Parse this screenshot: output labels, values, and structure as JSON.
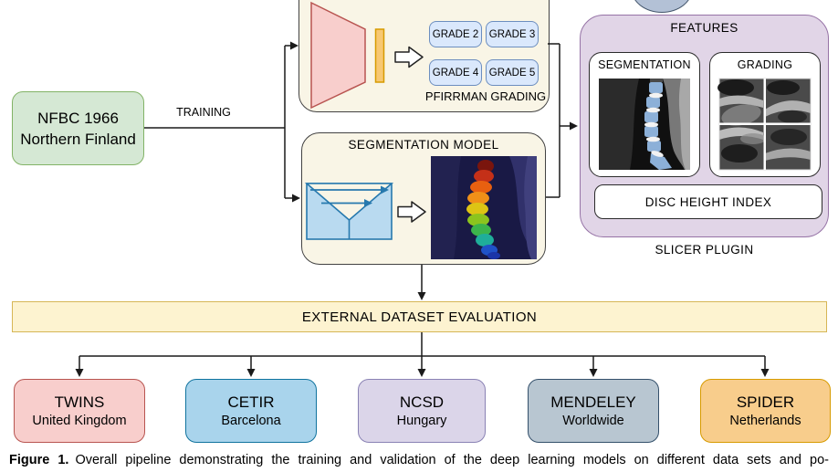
{
  "source_box": {
    "title": "NFBC 1966",
    "subtitle": "Northern Finland"
  },
  "training_label": "TRAINING",
  "grading_model": {
    "grades": [
      "GRADE 2",
      "GRADE 3",
      "GRADE 4",
      "GRADE 5"
    ],
    "label": "PFIRRMAN GRADING"
  },
  "segmentation_model": {
    "title": "SEGMENTATION MODEL"
  },
  "features_panel": {
    "title": "FEATURES",
    "segmentation_card": "SEGMENTATION",
    "grading_card": "GRADING",
    "disc_height": "DISC HEIGHT INDEX",
    "plugin_label": "SLICER PLUGIN"
  },
  "evaluation_bar": "EXTERNAL DATASET EVALUATION",
  "datasets": [
    {
      "name": "TWINS",
      "location": "United Kingdom",
      "fill": "#f8cecc",
      "border": "#b85450"
    },
    {
      "name": "CETIR",
      "location": "Barcelona",
      "fill": "#a9d4ec",
      "border": "#10739e"
    },
    {
      "name": "NCSD",
      "location": "Hungary",
      "fill": "#dbd5e9",
      "border": "#8a82b4"
    },
    {
      "name": "MENDELEY",
      "location": "Worldwide",
      "fill": "#b8c6d1",
      "border": "#34506b"
    },
    {
      "name": "SPIDER",
      "location": "Netherlands",
      "fill": "#f8cd8c",
      "border": "#d79b00"
    }
  ],
  "caption": {
    "label": "Figure 1.",
    "text": "Overall pipeline demonstrating the training and validation of the deep learning models on different data sets and po-"
  },
  "colors": {
    "source_fill": "#d5e8d4",
    "source_border": "#82b366",
    "model_fill": "#f9f5e6",
    "model_border": "#424242",
    "grade_fill": "#dae8fc",
    "grade_border": "#6c8ebf",
    "panel_fill": "#e1d5e7",
    "panel_border": "#9673a6",
    "bar_fill": "#fdf3d0",
    "bar_border": "#d6b656",
    "funnel_fill": "#f8cecc",
    "funnel_border": "#b85450",
    "bottleneck_fill": "#f7c873",
    "bottleneck_border": "#d79b00",
    "unet_fill": "#b9daf0",
    "unet_border": "#2779ae",
    "connector": "#1a1a1a"
  }
}
